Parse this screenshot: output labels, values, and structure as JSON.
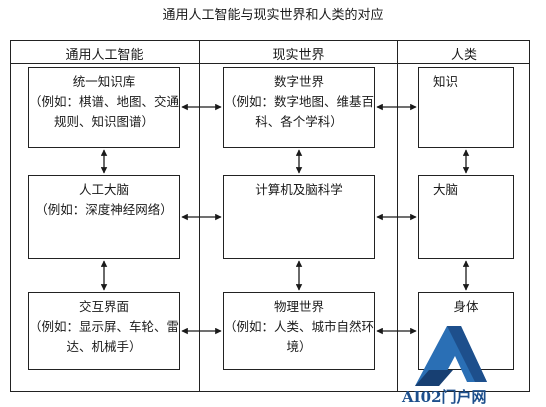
{
  "title": "通用人工智能与现实世界和人类的对应",
  "columns": [
    {
      "heading": "通用人工智能"
    },
    {
      "heading": "现实世界"
    },
    {
      "heading": "人类"
    }
  ],
  "boxes": {
    "agi_kb": {
      "title": "统一知识库",
      "desc": "（例如：棋谱、地图、交通规则、知识图谱）"
    },
    "agi_brain": {
      "title": "人工大脑",
      "desc": "（例如：深度神经网络）"
    },
    "agi_interface": {
      "title": "交互界面",
      "desc": "（例如：显示屏、车轮、雷达、机械手）"
    },
    "real_digital": {
      "title": "数字世界",
      "desc": "（例如：数字地图、维基百科、各个学科）"
    },
    "real_compute": {
      "title": "计算机及脑科学",
      "desc": ""
    },
    "real_physical": {
      "title": "物理世界",
      "desc": "（例如：人类、城市自然环境）"
    },
    "human_knowledge": {
      "title": "知识",
      "desc": ""
    },
    "human_brain": {
      "title": "大脑",
      "desc": ""
    },
    "human_body": {
      "title": "身体",
      "desc": ""
    }
  },
  "watermark": {
    "text": "AI02门户网",
    "color": "#1d4f8c"
  }
}
